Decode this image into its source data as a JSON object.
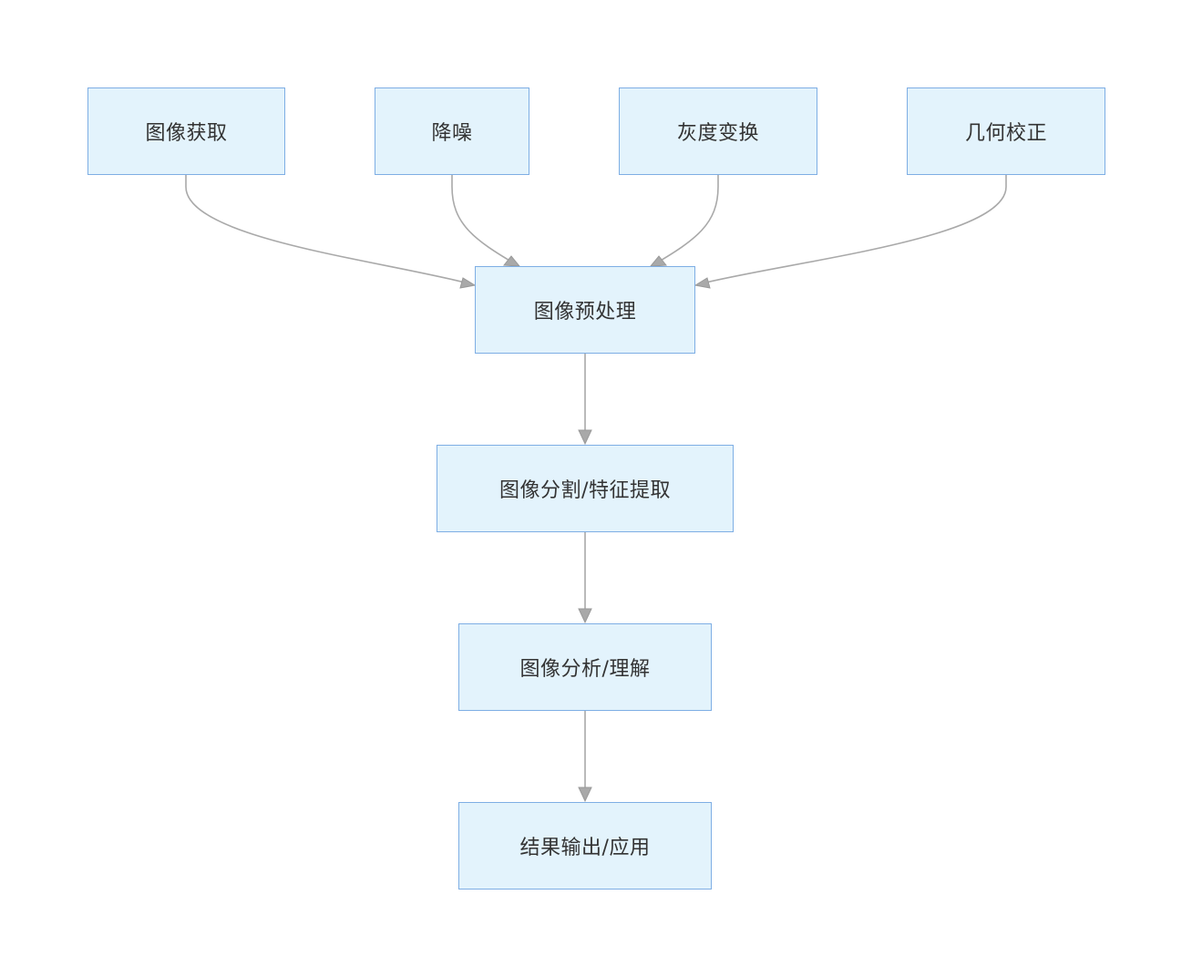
{
  "nodes": {
    "acquire": "图像获取",
    "denoise": "降噪",
    "grayscale": "灰度变换",
    "geometric": "几何校正",
    "preprocess": "图像预处理",
    "segment": "图像分割/特征提取",
    "analysis": "图像分析/理解",
    "output": "结果输出/应用"
  },
  "edges": [
    {
      "from": "acquire",
      "to": "preprocess"
    },
    {
      "from": "denoise",
      "to": "preprocess"
    },
    {
      "from": "grayscale",
      "to": "preprocess"
    },
    {
      "from": "geometric",
      "to": "preprocess"
    },
    {
      "from": "preprocess",
      "to": "segment"
    },
    {
      "from": "segment",
      "to": "analysis"
    },
    {
      "from": "analysis",
      "to": "output"
    }
  ],
  "colors": {
    "node_fill": "#e3f3fc",
    "node_border": "#7eaee4",
    "edge": "#a9a9a9",
    "text": "#333333"
  }
}
